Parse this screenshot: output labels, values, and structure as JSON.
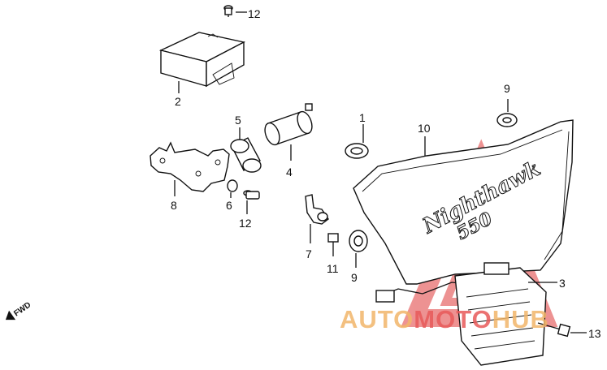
{
  "callouts": {
    "c1": "1",
    "c2": "2",
    "c3": "3",
    "c4": "4",
    "c5": "5",
    "c6": "6",
    "c7": "7",
    "c8": "8",
    "c9a": "9",
    "c9b": "9",
    "c10": "10",
    "c11": "11",
    "c12a": "12",
    "c12b": "12",
    "c13": "13"
  },
  "fwd_label": "FWD",
  "decal": {
    "line1": "Nighthawk",
    "line2": "550"
  },
  "watermark": {
    "part1": "AUTO",
    "part2": "MOTO",
    "part3": "HUB",
    "color_orange": "#f2b66a",
    "color_red": "#e85a5a"
  }
}
